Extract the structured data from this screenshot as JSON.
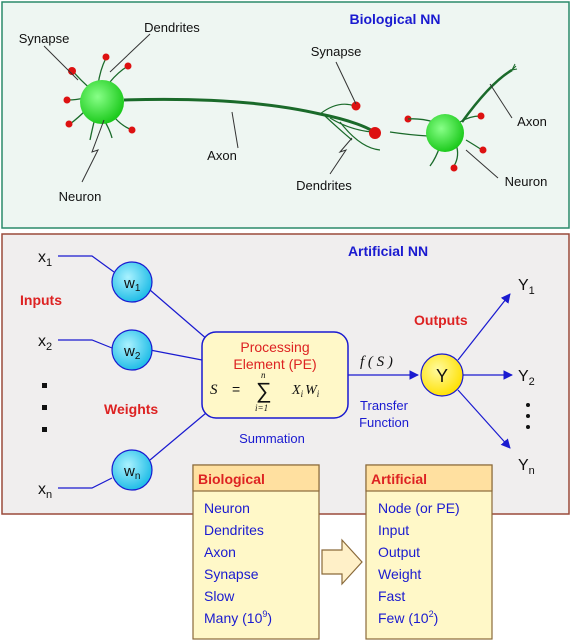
{
  "colors": {
    "bio_panel_bg": "#eef6f2",
    "bio_panel_border": "#2a8a6a",
    "art_panel_bg": "#f0eeee",
    "art_panel_border": "#9a4a3a",
    "neuron_green": "#22dd22",
    "axon_green": "#1a6a2a",
    "synapse_red": "#dd1111",
    "input_node": "#33ccee",
    "pe_box": "#fff8c8",
    "output_node": "#ffee00",
    "title_blue": "#1a1ad0",
    "label_red": "#dd2222",
    "table_header": "#ffe0a0",
    "table_body": "#fff8c8"
  },
  "biological": {
    "title": "Biological NN",
    "labels": {
      "synapse_left": "Synapse",
      "dendrites_left": "Dendrites",
      "axon": "Axon",
      "neuron_left": "Neuron",
      "synapse_right": "Synapse",
      "dendrites_right": "Dendrites",
      "axon_right": "Axon",
      "neuron_right": "Neuron"
    }
  },
  "artificial": {
    "title": "Artificial NN",
    "inputs_label": "Inputs",
    "weights_label": "Weights",
    "outputs_label": "Outputs",
    "inputs": [
      {
        "base": "x",
        "sub": "1"
      },
      {
        "base": "x",
        "sub": "2"
      },
      {
        "base": "x",
        "sub": "n"
      }
    ],
    "weights": [
      {
        "base": "w",
        "sub": "1"
      },
      {
        "base": "w",
        "sub": "2"
      },
      {
        "base": "w",
        "sub": "n"
      }
    ],
    "pe": {
      "line1": "Processing",
      "line2": "Element (PE)",
      "formula_lhs": "S",
      "formula_eq": "=",
      "sum_symbol": "∑",
      "sum_top": "n",
      "sum_bottom": "i=1",
      "term_x": "X",
      "term_sub_i": "i",
      "term_w": "W",
      "term_sub_i2": "i"
    },
    "summation": "Summation",
    "transfer_fn": "f ( S )",
    "transfer_line1": "Transfer",
    "transfer_line2": "Function",
    "output_node": "Y",
    "outputs": [
      {
        "base": "Y",
        "sub": "1"
      },
      {
        "base": "Y",
        "sub": "2"
      },
      {
        "base": "Y",
        "sub": "n"
      }
    ]
  },
  "table_bio": {
    "header": "Biological",
    "rows": [
      "Neuron",
      "Dendrites",
      "Axon",
      "Synapse",
      "Slow"
    ],
    "last_row": {
      "text": "Many (10",
      "sup": "9",
      "tail": ")"
    }
  },
  "table_art": {
    "header": "Artificial",
    "rows": [
      "Node (or PE)",
      "Input",
      "Output",
      "Weight",
      "Fast"
    ],
    "last_row": {
      "text": "Few (10",
      "sup": "2",
      "tail": ")"
    }
  }
}
